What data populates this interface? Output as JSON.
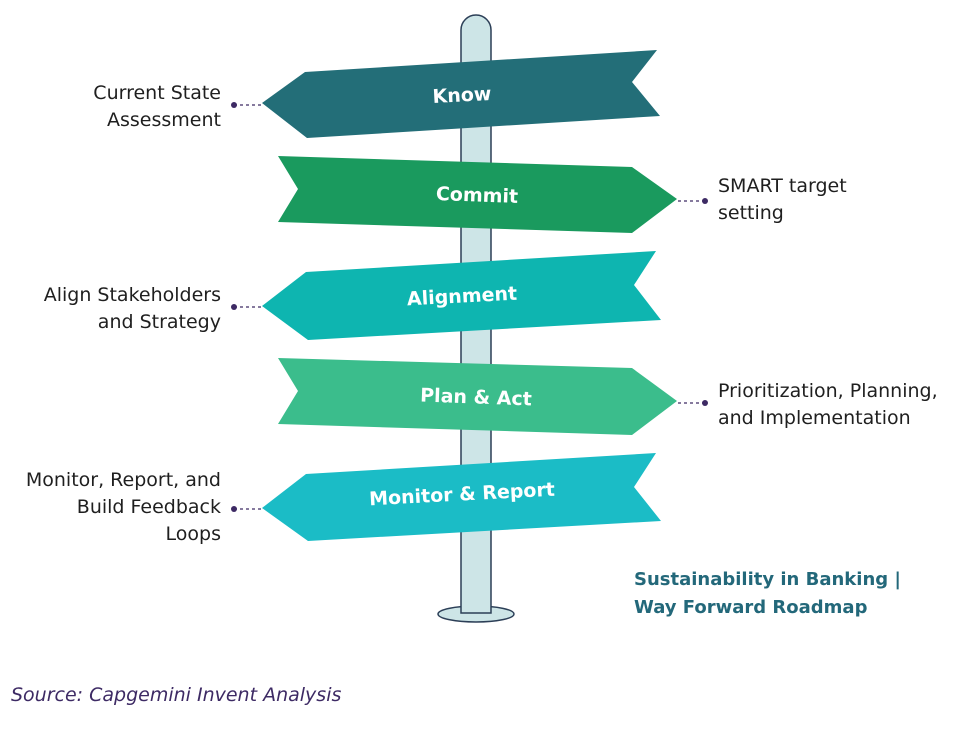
{
  "colors": {
    "post_fill": "#cde5e7",
    "post_stroke": "#2c3f57",
    "connector": "#3d2a64",
    "caption_text": "#23687a",
    "source_text": "#3d2a64"
  },
  "signs": [
    {
      "label": "Know",
      "direction": "left",
      "color": "#236e78",
      "note": "Current State\nAssessment"
    },
    {
      "label": "Commit",
      "direction": "right",
      "color": "#1a9a5e",
      "note": "SMART target\nsetting"
    },
    {
      "label": "Alignment",
      "direction": "left",
      "color": "#0eb5b0",
      "note": "Align Stakeholders\nand Strategy"
    },
    {
      "label": "Plan & Act",
      "direction": "right",
      "color": "#3bbd8c",
      "note": "Prioritization, Planning,\nand Implementation"
    },
    {
      "label": "Monitor & Report",
      "direction": "left",
      "color": "#1bbcc6",
      "note": "Monitor, Report, and\nBuild Feedback\nLoops"
    }
  ],
  "caption": "Sustainability in Banking  |\nWay Forward Roadmap",
  "source": "Source: Capgemini Invent Analysis"
}
